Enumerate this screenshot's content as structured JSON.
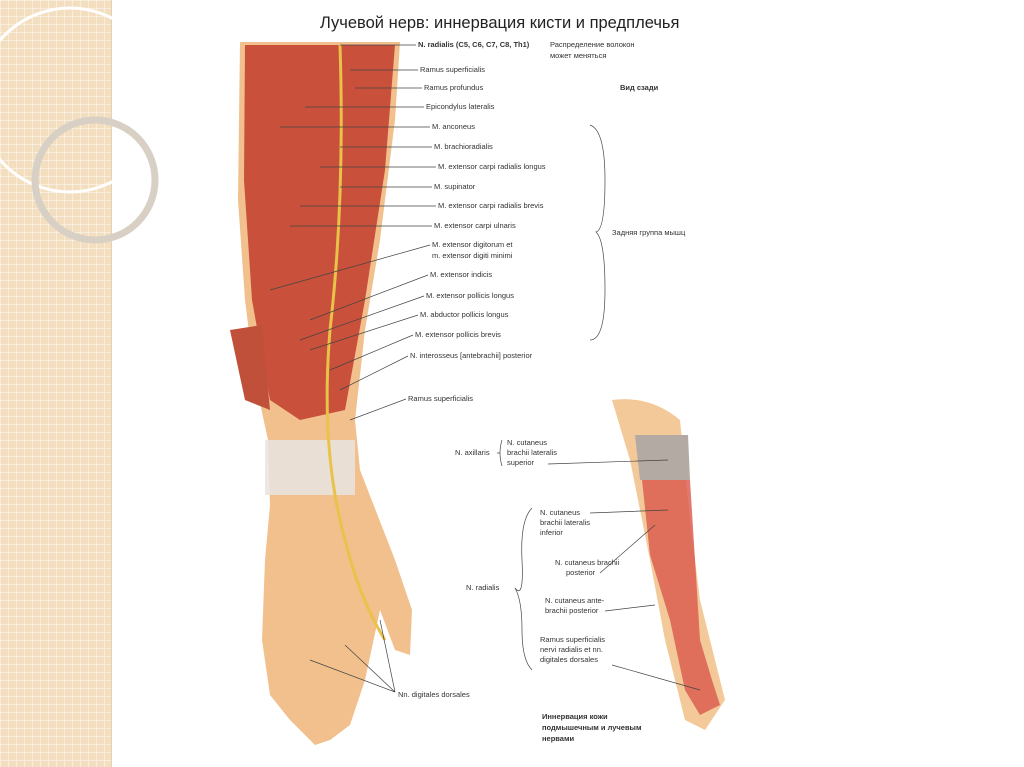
{
  "title": "Лучевой нерв: иннервация кисти и предплечья",
  "note": [
    "Распределение волокон",
    "может меняться"
  ],
  "view": "Вид сзади",
  "group": "Задняя группа мышц",
  "labels": [
    "N. radialis (C5, C6, C7, C8, Th1)",
    "Ramus superficialis",
    "Ramus profundus",
    "Epicondylus lateralis",
    "M. anconeus",
    "M. brachioradialis",
    "M. extensor carpi radialis longus",
    "M. supinator",
    "M. extensor carpi radialis brevis",
    "M. extensor carpi ulnaris",
    "M. extensor digitorum et",
    "m. extensor digiti minimi",
    "M. extensor indicis",
    "M. extensor pollicis longus",
    "M. abductor pollicis longus",
    "M. extensor pollicis brevis",
    "N. interosseus [antebrachii] posterior",
    "Ramus superficialis"
  ],
  "digitales": "Nn. digitales dorsales",
  "skin": {
    "axillaris": "N. axillaris",
    "axillaris_branch": [
      "N. cutaneus",
      "brachii lateralis",
      "superior"
    ],
    "radialis": "N. radialis",
    "b1": [
      "N. cutaneus",
      "brachii lateralis",
      "inferior"
    ],
    "b2": [
      "N. cutaneus brachii",
      "posterior"
    ],
    "b3": [
      "N. cutaneus ante-",
      "brachii posterior"
    ],
    "b4": [
      "Ramus superficialis",
      "nervi radialis et nn.",
      "digitales dorsales"
    ],
    "caption": [
      "Иннервация кожи",
      "подмышечным и лучевым",
      "нервами"
    ]
  }
}
